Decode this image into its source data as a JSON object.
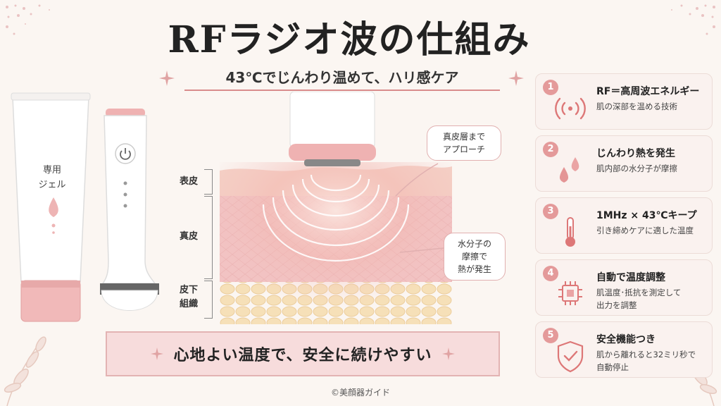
{
  "title": "RFラジオ波の仕組み",
  "subtitle": "43℃でじんわり温めて、ハリ感ケア",
  "gel": {
    "label": "専用\nジェル"
  },
  "device": {
    "power_icon": "power-icon"
  },
  "layers": {
    "epidermis": "表皮",
    "dermis": "真皮",
    "subcutis": "皮下\n組織"
  },
  "callouts": {
    "dermis_reach": "真皮層まで\nアプローチ",
    "friction": "水分子の\n摩擦で\n熱が発生"
  },
  "banner": "心地よい温度で、安全に続けやすい",
  "copyright": "©美顔器ガイド",
  "features": [
    {
      "num": "1",
      "icon": "radio-wave-icon",
      "title": "RF＝高周波エネルギー",
      "desc": "肌の深部を温める技術"
    },
    {
      "num": "2",
      "icon": "water-drops-icon",
      "title": "じんわり熱を発生",
      "desc": "肌内部の水分子が摩擦"
    },
    {
      "num": "3",
      "icon": "thermometer-icon",
      "title": "1MHz × 43℃キープ",
      "desc": "引き締めケアに適した温度"
    },
    {
      "num": "4",
      "icon": "chip-icon",
      "title": "自動で温度調整",
      "desc": "肌温度･抵抗を測定して\n出力を調整"
    },
    {
      "num": "5",
      "icon": "shield-check-icon",
      "title": "安全機能つき",
      "desc": "肌から離れると32ミリ秒で\n自動停止"
    }
  ],
  "colors": {
    "accent": "#e49a9a",
    "skin_top": "#f4cfc4",
    "dermis": "#f2c3c3",
    "fat": "#f6e0b8"
  }
}
